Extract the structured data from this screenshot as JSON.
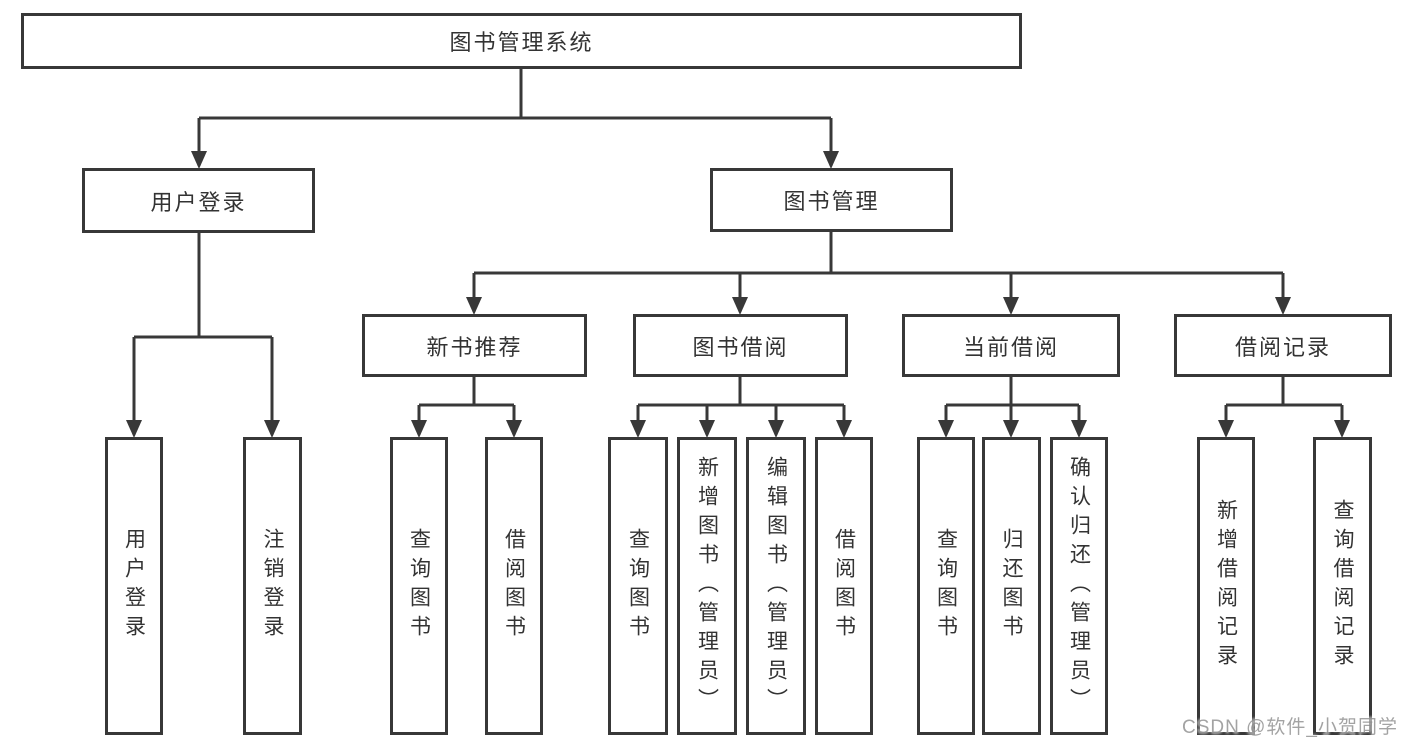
{
  "diagram": {
    "title": "图书管理系统",
    "colors": {
      "line": "#383838",
      "box_border": "#383838",
      "text": "#333333",
      "watermark": "#9a9a9a",
      "background": "#ffffff"
    },
    "tree": {
      "root": {
        "label": "图书管理系统"
      },
      "level2": [
        {
          "label": "用户登录",
          "children": [
            {
              "label": "用户登录"
            },
            {
              "label": "注销登录"
            }
          ]
        },
        {
          "label": "图书管理",
          "children": [
            {
              "label": "新书推荐",
              "children": [
                {
                  "label": "查询图书"
                },
                {
                  "label": "借阅图书"
                }
              ]
            },
            {
              "label": "图书借阅",
              "children": [
                {
                  "label": "查询图书"
                },
                {
                  "label": "新增图书（管理员）"
                },
                {
                  "label": "编辑图书（管理员）"
                },
                {
                  "label": "借阅图书"
                }
              ]
            },
            {
              "label": "当前借阅",
              "children": [
                {
                  "label": "查询图书"
                },
                {
                  "label": "归还图书"
                },
                {
                  "label": "确认归还（管理员）"
                }
              ]
            },
            {
              "label": "借阅记录",
              "children": [
                {
                  "label": "新增借阅记录"
                },
                {
                  "label": "查询借阅记录"
                }
              ]
            }
          ]
        }
      ]
    },
    "watermark": {
      "text": "CSDN @软件_小贺同学"
    }
  }
}
